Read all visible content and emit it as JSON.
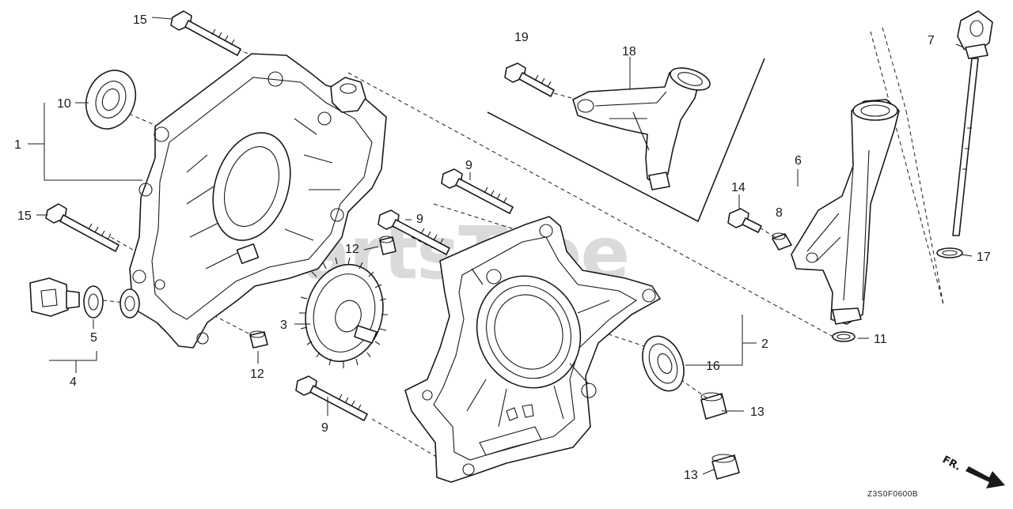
{
  "callouts": {
    "c1": "1",
    "c2": "2",
    "c3": "3",
    "c4": "4",
    "c5": "5",
    "c6": "6",
    "c7": "7",
    "c8": "8",
    "c9a": "9",
    "c9b": "9",
    "c9c": "9",
    "c10": "10",
    "c11": "11",
    "c12a": "12",
    "c12b": "12",
    "c13a": "13",
    "c13b": "13",
    "c14": "14",
    "c15a": "15",
    "c15b": "15",
    "c16": "16",
    "c17": "17",
    "c18": "18",
    "c19": "19"
  },
  "watermark": "PartsTree",
  "diagram_code": "Z3S0F0600B",
  "front_indicator": "FR."
}
